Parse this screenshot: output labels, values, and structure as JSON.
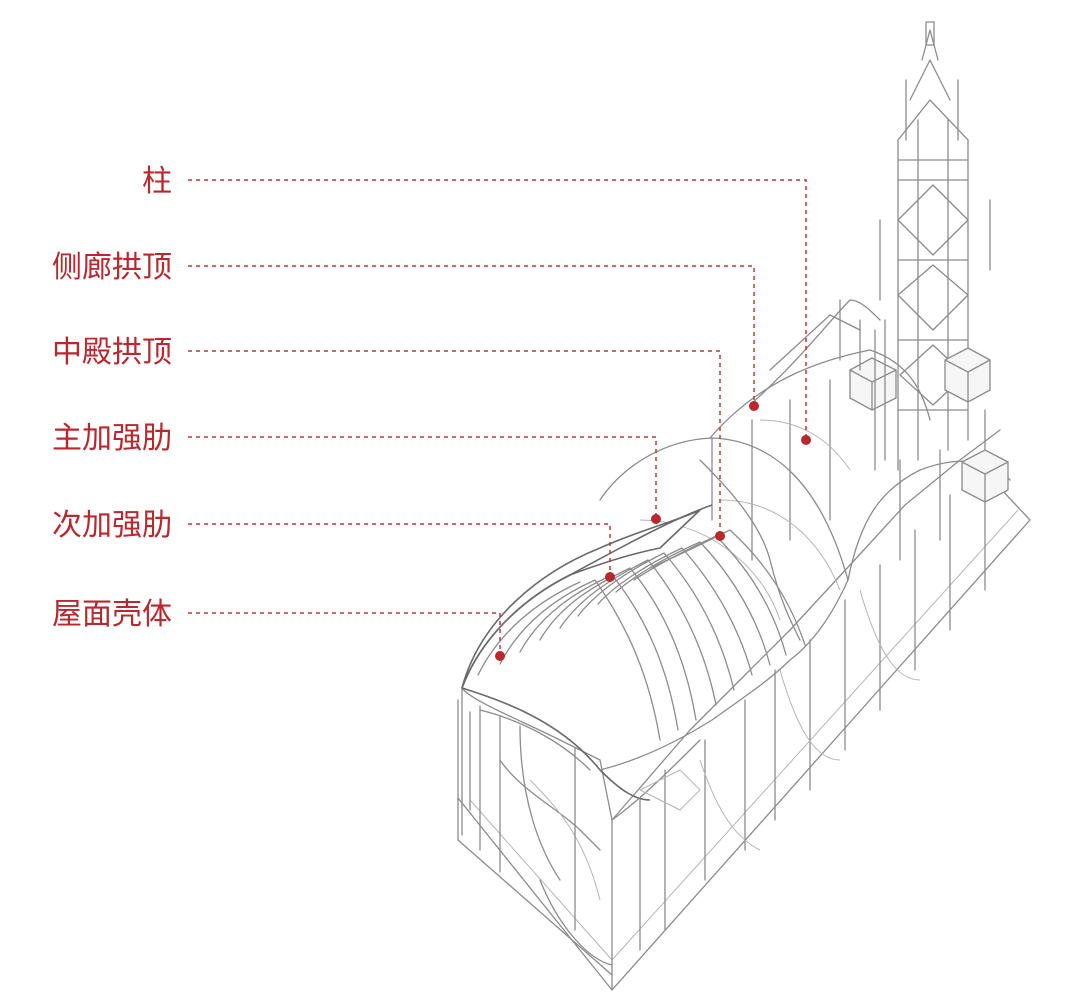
{
  "labels": [
    {
      "id": "column",
      "text": "柱"
    },
    {
      "id": "aisle-vault",
      "text": "侧廊拱顶"
    },
    {
      "id": "nave-vault",
      "text": "中殿拱顶"
    },
    {
      "id": "main-rib",
      "text": "主加强肋"
    },
    {
      "id": "secondary-rib",
      "text": "次加强肋"
    },
    {
      "id": "roof-shell",
      "text": "屋面壳体"
    }
  ],
  "colors": {
    "accent": "#b8282e",
    "line": "#8c8c8c"
  }
}
